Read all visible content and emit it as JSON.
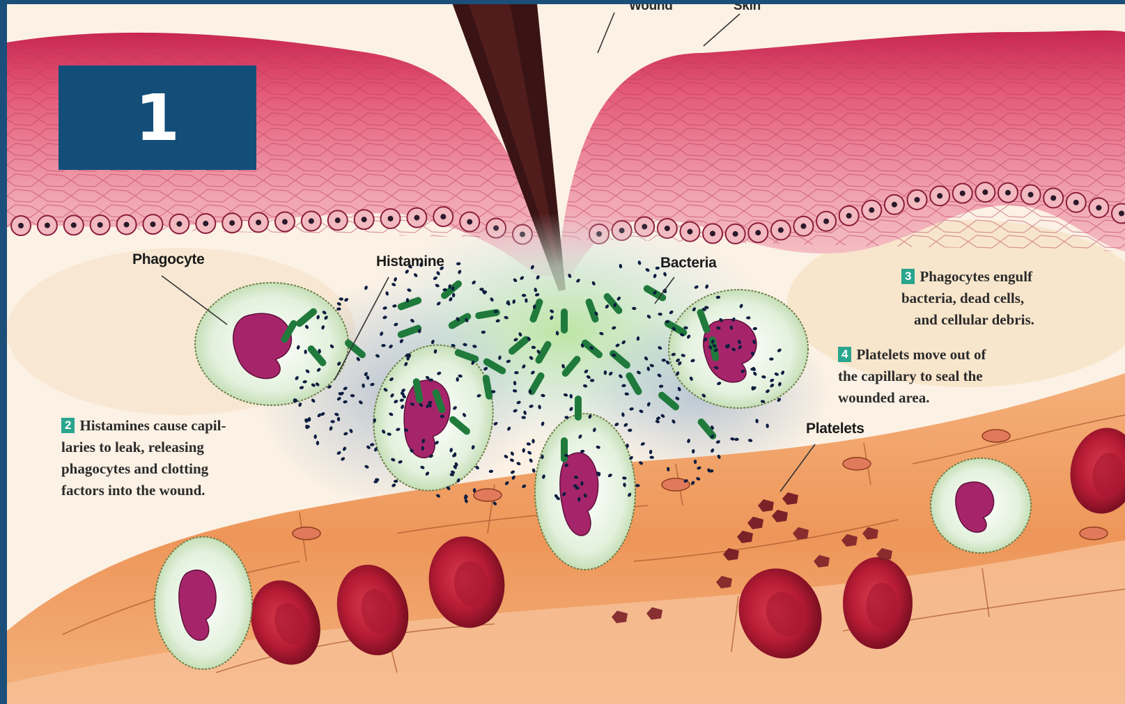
{
  "slide": {
    "number": "1"
  },
  "labels": {
    "wound": "Wound",
    "skin": "Skin",
    "phagocyte": "Phagocyte",
    "histamine": "Histamine",
    "bacteria": "Bacteria",
    "platelets": "Platelets"
  },
  "steps": [
    {
      "number": "2",
      "lines": [
        "Histamines cause capil-",
        "laries to leak, releasing",
        "phagocytes and clotting",
        "factors into the wound."
      ]
    },
    {
      "number": "3",
      "lines": [
        "Phagocytes engulf",
        "bacteria, dead cells,",
        "and cellular debris."
      ]
    },
    {
      "number": "4",
      "lines": [
        "Platelets move out of",
        "the capillary to seal the",
        "wounded area."
      ]
    }
  ],
  "colors": {
    "frame": "#1b4f7a",
    "badge": "#134e79",
    "skin": "#e07b93",
    "tissue": "#fbf1e4",
    "capillary": "#f0a06a",
    "red_blood_cell": "#b51d34",
    "bacteria": "#1f7a3c",
    "phagocyte_nucleus": "#a02866",
    "step_badge": "#2aa58e"
  }
}
